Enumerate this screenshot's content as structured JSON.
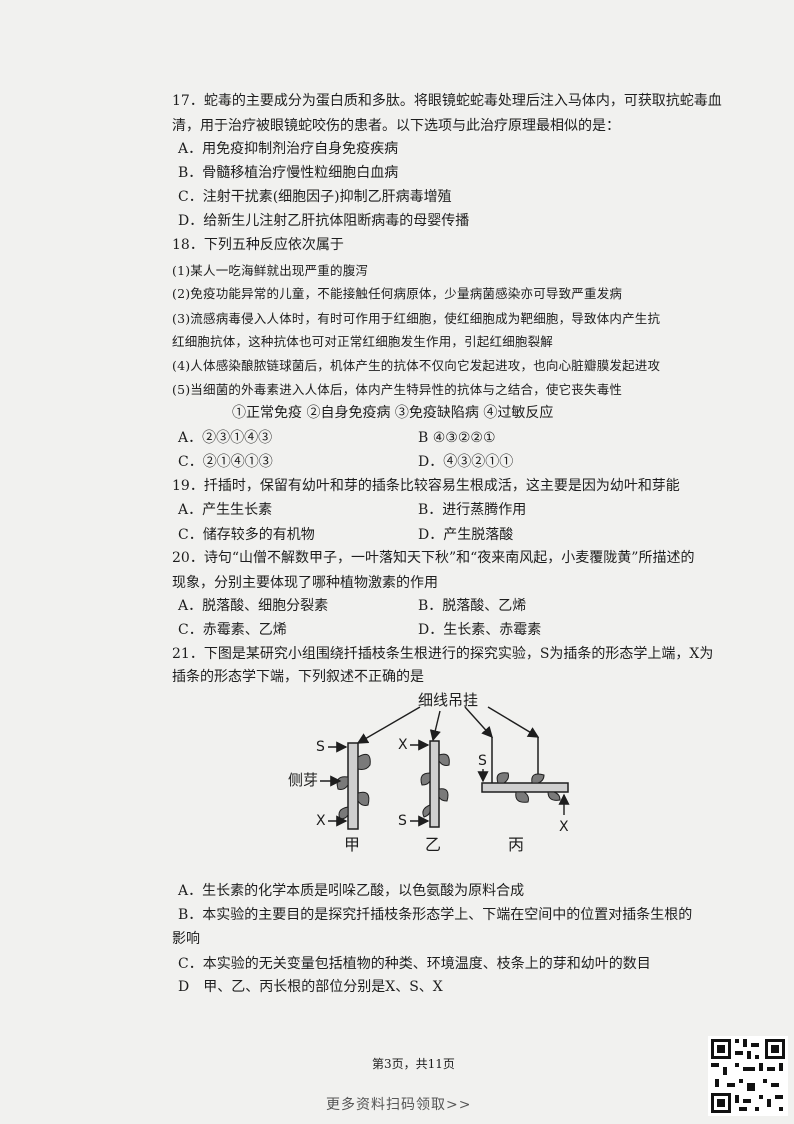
{
  "q17": {
    "stem1": "17．蛇毒的主要成分为蛋白质和多肽。将眼镜蛇蛇毒处理后注入马体内，可获取抗蛇毒血",
    "stem2": "清，用于治疗被眼镜蛇咬伤的患者。以下选项与此治疗原理最相似的是：",
    "options": [
      "A．用免疫抑制剂治疗自身免疫疾病",
      "B．骨髓移植治疗慢性粒细胞白血病",
      "C．注射干扰素(细胞因子)抑制乙肝病毒增殖",
      "D．给新生儿注射乙肝抗体阻断病毒的母婴传播"
    ]
  },
  "q18": {
    "stem": "18．下列五种反应依次属于",
    "items": [
      "(1)某人一吃海鲜就出现严重的腹泻",
      "(2)免疫功能异常的儿童，不能接触任何病原体，少量病菌感染亦可导致严重发病",
      "(3)流感病毒侵入人体时，有时可作用于红细胞，使红细胞成为靶细胞，导致体内产生抗",
      "红细胞抗体，这种抗体也可对正常红细胞发生作用，引起红细胞裂解",
      "(4)人体感染酿脓链球菌后，机体产生的抗体不仅向它发起进攻，也向心脏瓣膜发起进攻",
      "(5)当细菌的外毒素进入人体后，体内产生特异性的抗体与之结合，使它丧失毒性"
    ],
    "legend": "①正常免疫 ②自身免疫病 ③免疫缺陷病 ④过敏反应",
    "options": [
      "A．②③①④③",
      "B ④③②②①",
      "C．②①④①③",
      "D．④③②①①"
    ]
  },
  "q19": {
    "stem": "19．扦插时，保留有幼叶和芽的插条比较容易生根成活，这主要是因为幼叶和芽能",
    "options": [
      "A．产生生长素",
      "B．进行蒸腾作用",
      "C．储存较多的有机物",
      "D．产生脱落酸"
    ]
  },
  "q20": {
    "stem1": "20．诗句“山僧不解数甲子，一叶落知天下秋”和“夜来南风起，小麦覆陇黄”所描述的",
    "stem2": "现象，分别主要体现了哪种植物激素的作用",
    "options": [
      "A．脱落酸、细胞分裂素",
      "B．脱落酸、乙烯",
      "C．赤霉素、乙烯",
      "D．生长素、赤霉素"
    ]
  },
  "q21": {
    "stem1": "21．下图是某研究小组围绕扦插枝条生根进行的探究实验，S为插条的形态学上端，X为",
    "stem2": "插条的形态学下端，下列叙述不正确的是",
    "figure": {
      "hang_label": "细线吊挂",
      "bud_label": "侧芽",
      "s": "S",
      "x": "X",
      "names": [
        "甲",
        "乙",
        "丙"
      ]
    },
    "options": [
      "A．生长素的化学本质是吲哚乙酸，以色氨酸为原料合成",
      "B．本实验的主要目的是探究扦插枝条形态学上、下端在空间中的位置对插条生根的",
      "影响",
      "C．本实验的无关变量包括植物的种类、环境温度、枝条上的芽和幼叶的数目",
      "D　甲、乙、丙长根的部位分别是X、S、X"
    ]
  },
  "footer": {
    "page": "第3页，共11页",
    "more": "更多资料扫码领取>>"
  },
  "colors": {
    "ink": "#1e1e1e",
    "paper": "#f1f1ef"
  }
}
